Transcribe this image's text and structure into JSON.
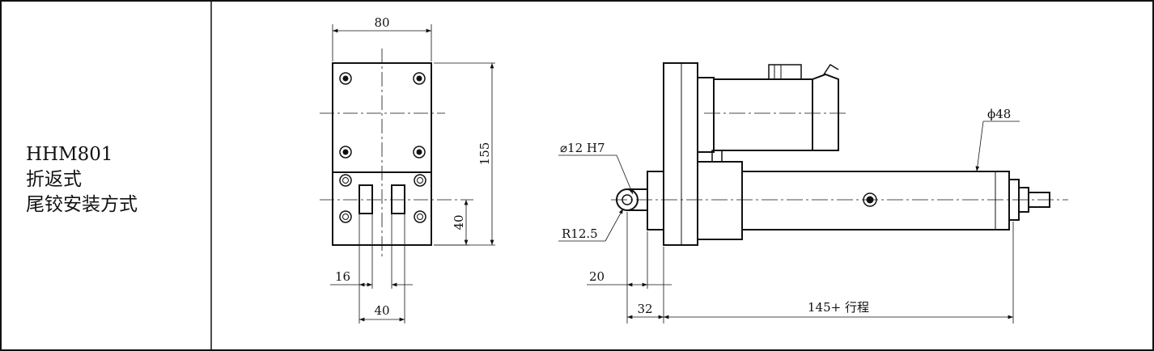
{
  "model": {
    "name": "HHM801",
    "type": "折返式",
    "mounting": "尾铰安装方式"
  },
  "front_view": {
    "width_dim": "80",
    "height_dim": "155",
    "hinge_height_dim": "40",
    "slot_width_dim": "16",
    "slot_spacing_dim": "40"
  },
  "side_view": {
    "bore_dim": "⌀12 H7",
    "radius_dim": "R12.5",
    "diameter_dim": "ϕ48",
    "offset_dim_a": "20",
    "offset_dim_b": "32",
    "stroke_dim": "145+ 行程"
  }
}
